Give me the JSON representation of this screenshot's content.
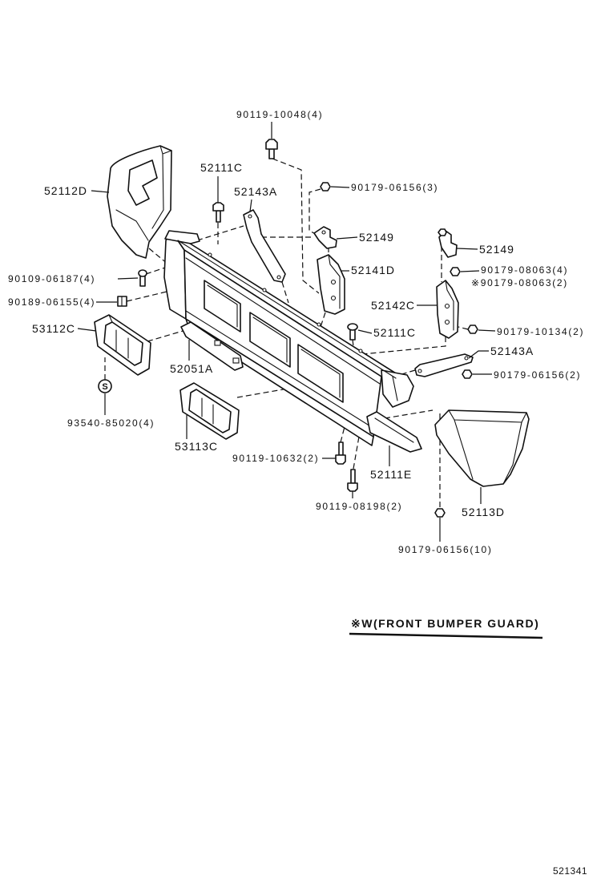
{
  "colors": {
    "line": "#111111",
    "background": "#ffffff"
  },
  "labels": {
    "bolt_top": "90119-10048(4)",
    "end_cap_left": "52112D",
    "bolt_52111c_left": "52111C",
    "stay_left": "52143A",
    "nut_top": "90179-06156(3)",
    "bracket_52149_left": "52149",
    "bracket_52149_right": "52149",
    "bracket_52141d": "52141D",
    "nut_08063": "90179-08063(4)",
    "nut_08063_guard": "※90179-08063(2)",
    "bolt_06187": "90109-06187(4)",
    "nut_06155": "90189-06155(4)",
    "bracket_52142c": "52142C",
    "bezel_left": "53112C",
    "bolt_52111c_mid": "52111C",
    "nut_10134": "90179-10134(2)",
    "stay_right": "52143A",
    "cover_52051a": "52051A",
    "nut_06156_right": "90179-06156(2)",
    "screw_symbol": "S",
    "screw_85020": "93540-85020(4)",
    "bezel_right": "53113C",
    "bolt_10632": "90119-10632(2)",
    "extension_52111e": "52111E",
    "bolt_08198": "90119-08198(2)",
    "end_cap_right": "52113D",
    "nut_06156_bottom": "90179-06156(10)"
  },
  "note": "※W(FRONT BUMPER GUARD)",
  "figure_number": "521341"
}
